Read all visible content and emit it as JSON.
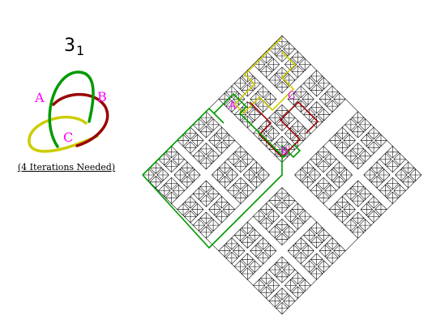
{
  "knot": {
    "name": "3",
    "subscript": "1",
    "caption": "(4 Iterations Needed)",
    "labels": {
      "a": "A",
      "b": "B",
      "c": "C"
    }
  },
  "colors": {
    "green": "#009900",
    "red": "#990000",
    "yellow": "#cccc00",
    "magenta": "#ff00ff",
    "ink": "#000000"
  },
  "fractal": {
    "iterations": 4
  }
}
